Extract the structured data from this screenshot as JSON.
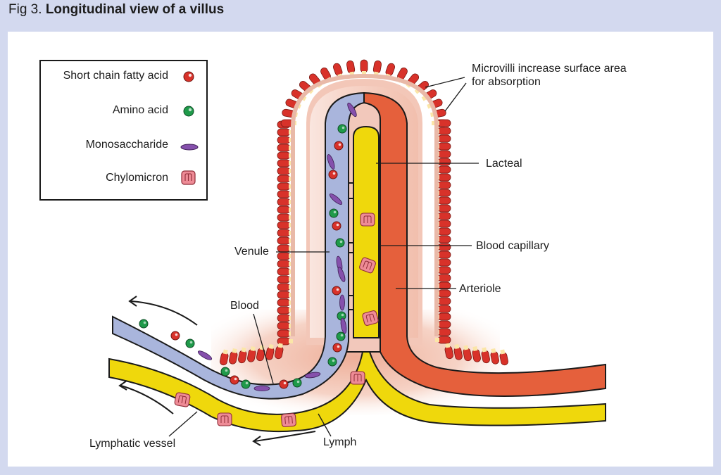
{
  "figure": {
    "number": "Fig 3.",
    "title": "Longitudinal view of a villus"
  },
  "legend": {
    "items": [
      {
        "label": "Short chain fatty acid",
        "symbol": "red-dot-icon"
      },
      {
        "label": "Amino acid",
        "symbol": "green-dot-icon"
      },
      {
        "label": "Monosaccharide",
        "symbol": "purple-ellipse-icon"
      },
      {
        "label": "Chylomicron",
        "symbol": "chylomicron-icon"
      }
    ]
  },
  "labels": {
    "microvilli_line1": "Microvilli increase surface area",
    "microvilli_line2": "for absorption",
    "lacteal": "Lacteal",
    "blood_capillary": "Blood capillary",
    "arteriole": "Arteriole",
    "venule": "Venule",
    "blood": "Blood",
    "lymphatic_vessel": "Lymphatic vessel",
    "lymph": "Lymph"
  },
  "colors": {
    "background": "#d3d9ef",
    "microvilli": "#d8322a",
    "venule": "#a9b5dc",
    "arteriole": "#e5603c",
    "lacteal": "#efd80c",
    "fatty_acid": "#d8322a",
    "amino_acid": "#1f9a4a",
    "monosaccharide": "#8550ac",
    "chylomicron": "#ee8b96"
  }
}
